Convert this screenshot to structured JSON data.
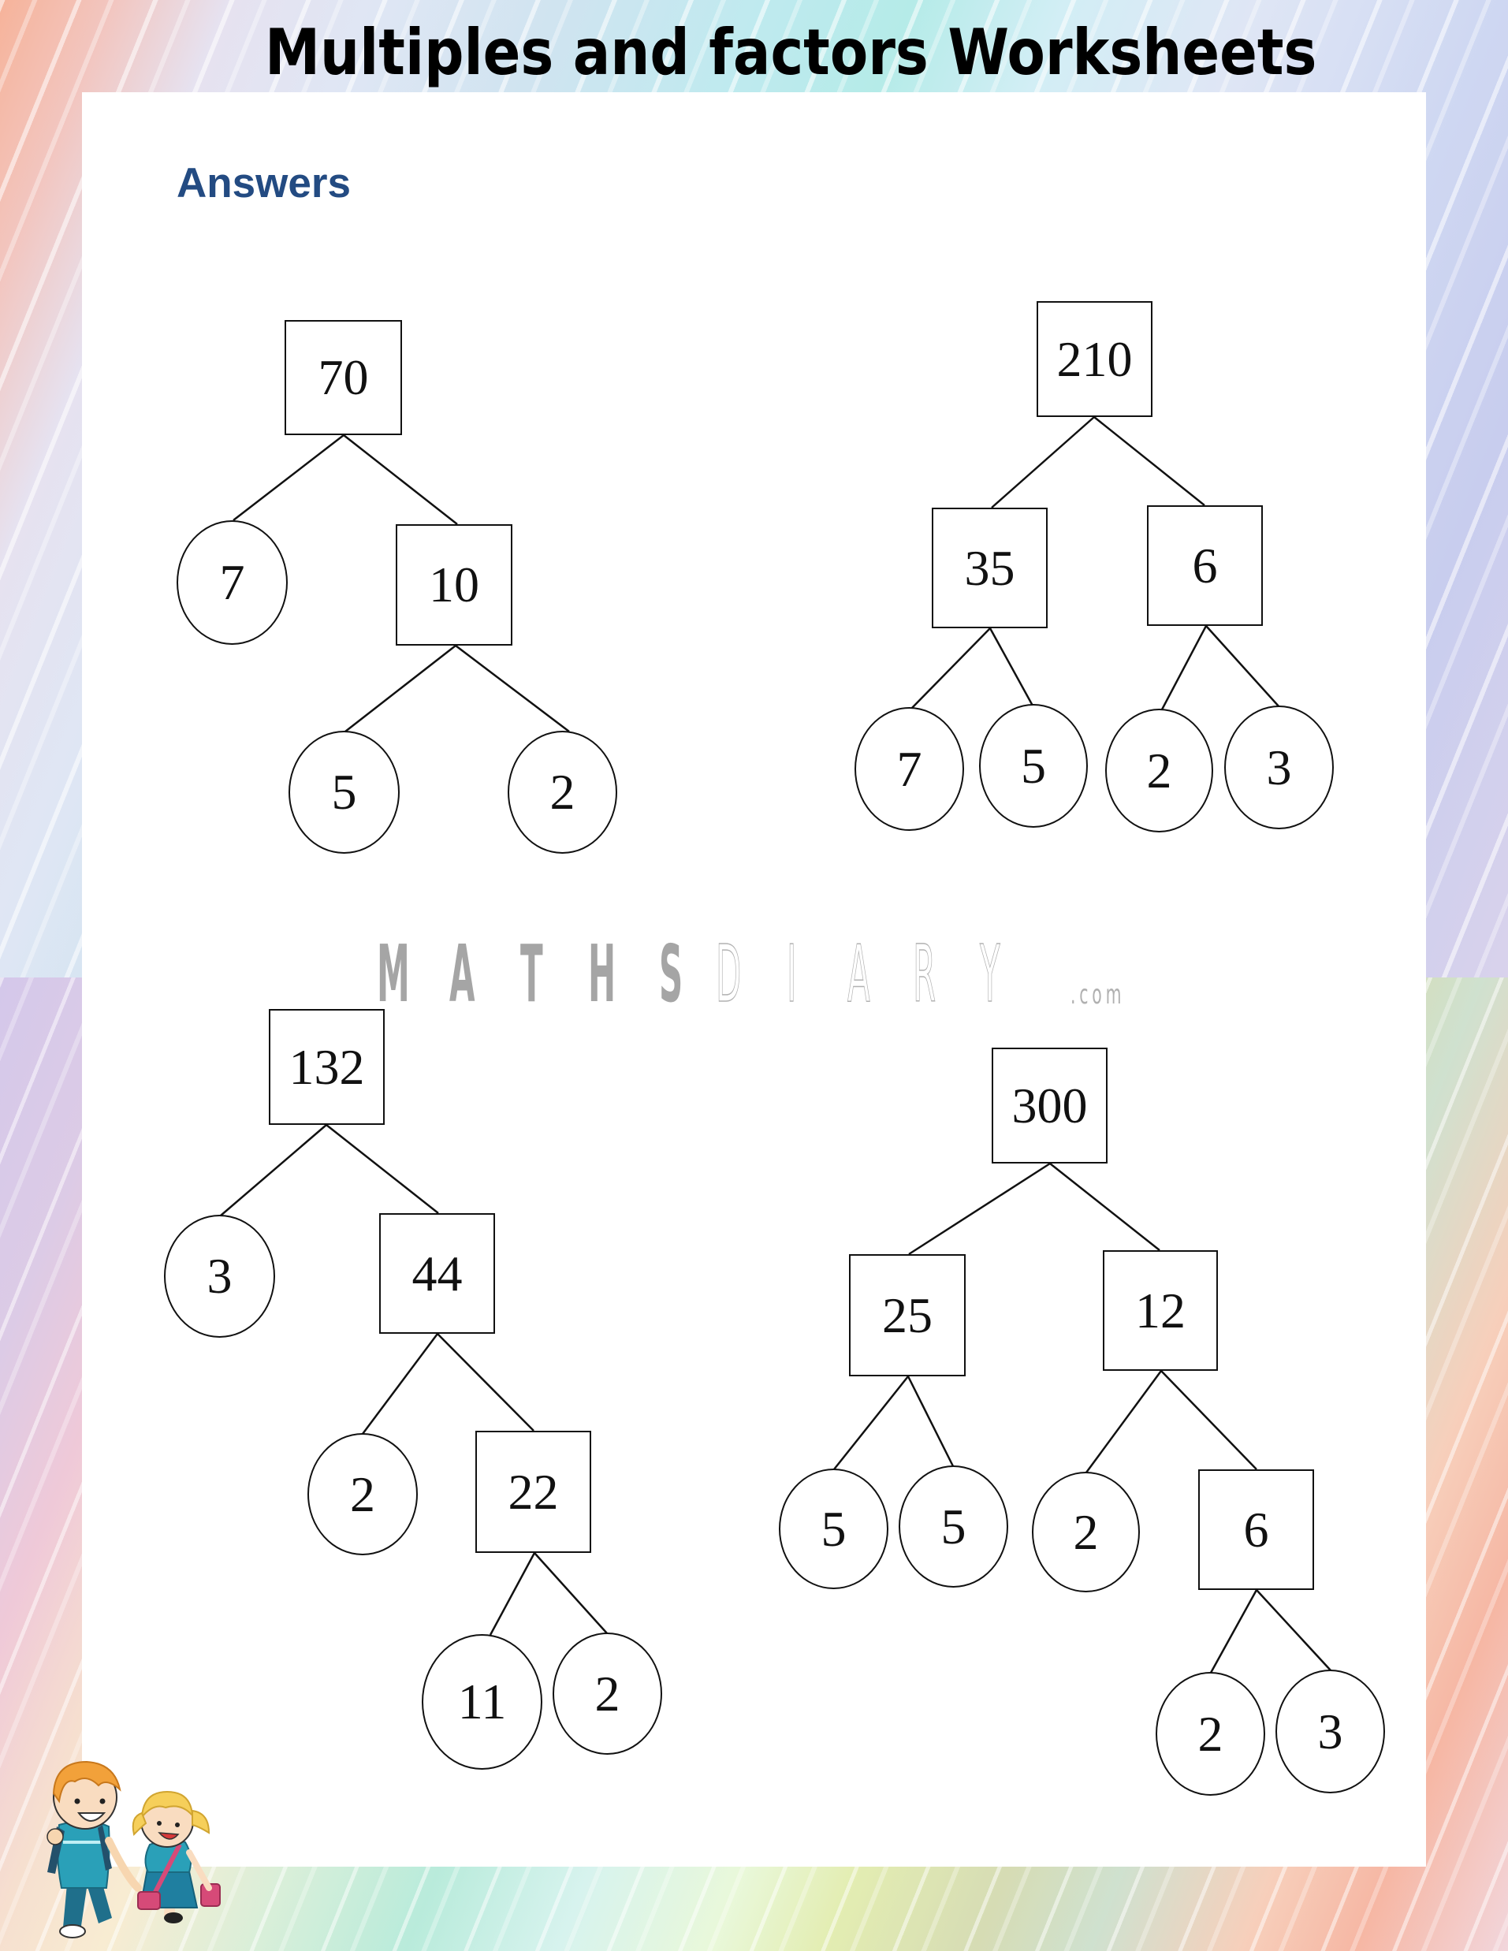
{
  "header": {
    "title": "Multiples and factors Worksheets"
  },
  "section": {
    "label": "Answers"
  },
  "watermark": {
    "letters": [
      "M",
      "A",
      "T",
      "H",
      "S",
      "D",
      "I",
      "A",
      "R",
      "Y"
    ],
    "suffix": ".com"
  },
  "colors": {
    "answers_label": "#234b82",
    "node_border": "#111111",
    "watermark": "#a9a9a9"
  },
  "trees": [
    {
      "root": "70",
      "nodes": {
        "n70": {
          "value": "70",
          "shape": "box"
        },
        "n7": {
          "value": "7",
          "shape": "circle"
        },
        "n10": {
          "value": "10",
          "shape": "box"
        },
        "n5": {
          "value": "5",
          "shape": "circle"
        },
        "n2": {
          "value": "2",
          "shape": "circle"
        }
      }
    },
    {
      "root": "210",
      "nodes": {
        "n210": {
          "value": "210",
          "shape": "box"
        },
        "n35": {
          "value": "35",
          "shape": "box"
        },
        "n6": {
          "value": "6",
          "shape": "box"
        },
        "n7": {
          "value": "7",
          "shape": "circle"
        },
        "n5": {
          "value": "5",
          "shape": "circle"
        },
        "n2": {
          "value": "2",
          "shape": "circle"
        },
        "n3": {
          "value": "3",
          "shape": "circle"
        }
      }
    },
    {
      "root": "132",
      "nodes": {
        "n132": {
          "value": "132",
          "shape": "box"
        },
        "n3": {
          "value": "3",
          "shape": "circle"
        },
        "n44": {
          "value": "44",
          "shape": "box"
        },
        "n2a": {
          "value": "2",
          "shape": "circle"
        },
        "n22": {
          "value": "22",
          "shape": "box"
        },
        "n11": {
          "value": "11",
          "shape": "circle"
        },
        "n2b": {
          "value": "2",
          "shape": "circle"
        }
      }
    },
    {
      "root": "300",
      "nodes": {
        "n300": {
          "value": "300",
          "shape": "box"
        },
        "n25": {
          "value": "25",
          "shape": "box"
        },
        "n12": {
          "value": "12",
          "shape": "box"
        },
        "n5a": {
          "value": "5",
          "shape": "circle"
        },
        "n5b": {
          "value": "5",
          "shape": "circle"
        },
        "n2a": {
          "value": "2",
          "shape": "circle"
        },
        "n6": {
          "value": "6",
          "shape": "box"
        },
        "n2b": {
          "value": "2",
          "shape": "circle"
        },
        "n3": {
          "value": "3",
          "shape": "circle"
        }
      }
    }
  ],
  "illustration": {
    "icon": "children-walking-illustration"
  }
}
